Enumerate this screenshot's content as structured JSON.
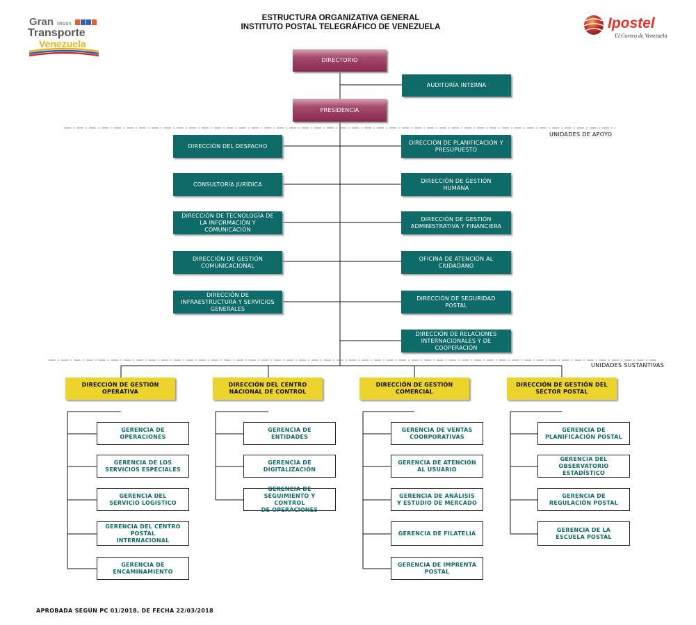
{
  "header": {
    "title_line1": "ESTRUCTURA ORGANIZATIVA GENERAL",
    "title_line2": "INSTITUTO POSTAL TELEGRÁFICO DE VENEZUELA"
  },
  "logos": {
    "left": {
      "gran": "Gran",
      "mision": "Misión",
      "transporte": "Transporte",
      "venezuela": "Venezuela"
    },
    "right": {
      "name": "Ipostel",
      "tagline": "El Correo de Venezuela"
    }
  },
  "top": {
    "directorio": "DIRECTORIO",
    "auditoria": "AUDITORÍA INTERNA",
    "presidencia": "PRESIDENCIA"
  },
  "sections": {
    "apoyo": "UNIDADES DE APOYO",
    "sustantivas": "UNIDADES SUSTANTIVAS"
  },
  "support_left": [
    [
      "DIRECCIÓN DEL DESPACHO"
    ],
    [
      "CONSULTORÍA JURÍDICA"
    ],
    [
      "DIRECCIÓN DE TECNOLOGÍA DE",
      "LA INFORMACIÓN Y",
      "COMUNICACIÓN"
    ],
    [
      "DIRECCIÓN DE GESTIÓN",
      "COMUNICACIONAL"
    ],
    [
      "DIRECCIÓN DE",
      "INFRAESTRUCTURA Y SERVICIOS",
      "GENERALES"
    ]
  ],
  "support_right": [
    [
      "DIRECCIÓN DE PLANIFICACIÓN Y",
      "PRESUPUESTO"
    ],
    [
      "DIRECCIÓN DE GESTIÓN",
      "HUMANA"
    ],
    [
      "DIRECCIÓN DE GESTIÓN",
      "ADMINISTRATIVA Y FINANCIERA"
    ],
    [
      "OFICINA DE ATENCIÓN AL",
      "CIUDADANO"
    ],
    [
      "DIRECCIÓN DE SEGURIDAD",
      "POSTAL"
    ],
    [
      "DIRECCIÓN DE RELACIONES",
      "INTERNACIONALES Y DE",
      "COOPERACIÓN"
    ]
  ],
  "directorates": [
    {
      "name": [
        "DIRECCIÓN DE GESTIÓN",
        "OPERATIVA"
      ],
      "units": [
        [
          "GERENCIA DE",
          "OPERACIONES"
        ],
        [
          "GERENCIA DE LOS",
          "SERVICIOS ESPECIALES"
        ],
        [
          "GERENCIA DEL",
          "SERVICIO LOGISTICO"
        ],
        [
          "GERENCIA DEL CENTRO",
          "POSTAL",
          "INTERNACIONAL"
        ],
        [
          "GERENCIA DE",
          "ENCAMINAMIENTO"
        ]
      ]
    },
    {
      "name": [
        "DIRECCIÓN DEL CENTRO",
        "NACIONAL DE CONTROL"
      ],
      "units": [
        [
          "GERENCIA DE",
          "ENTIDADES"
        ],
        [
          "GERENCIA DE",
          "DIGITALIZACIÓN"
        ],
        [
          "GERENCIA DE",
          "SEGUIMIENTO Y CONTROL",
          "DE OPERACIONES"
        ]
      ]
    },
    {
      "name": [
        "DIRECCIÓN DE GESTIÓN",
        "COMERCIAL"
      ],
      "units": [
        [
          "GERENCIA DE VENTAS",
          "COORPORATIVAS"
        ],
        [
          "GERENCIA DE ATENCIÓN",
          "AL USUARIO"
        ],
        [
          "GERENCIA DE ANÁLISIS",
          "Y ESTUDIO DE MERCADO"
        ],
        [
          "GERENCIA DE FILATELIA"
        ],
        [
          "GERENCIA DE IMPRENTA",
          "POSTAL"
        ]
      ]
    },
    {
      "name": [
        "DIRECCIÓN DE GESTIÓN DEL",
        "SECTOR POSTAL"
      ],
      "units": [
        [
          "GERENCIA DE",
          "PLANIFICACIÓN POSTAL"
        ],
        [
          "GERENCIA DEL",
          "OBSERVATORIO",
          "ESTADÍSTICO"
        ],
        [
          "GERENCIA DE",
          "REGULACIÓN POSTAL"
        ],
        [
          "GERENCIA DE LA",
          "ESCUELA POSTAL"
        ]
      ]
    }
  ],
  "footer": "APROBADA SEGÚN PC 01/2018, DE FECHA 22/03/2018",
  "colors": {
    "teal": "#0e6b67",
    "maroon": "#8a2a4e",
    "yellow": "#ecd42c"
  }
}
